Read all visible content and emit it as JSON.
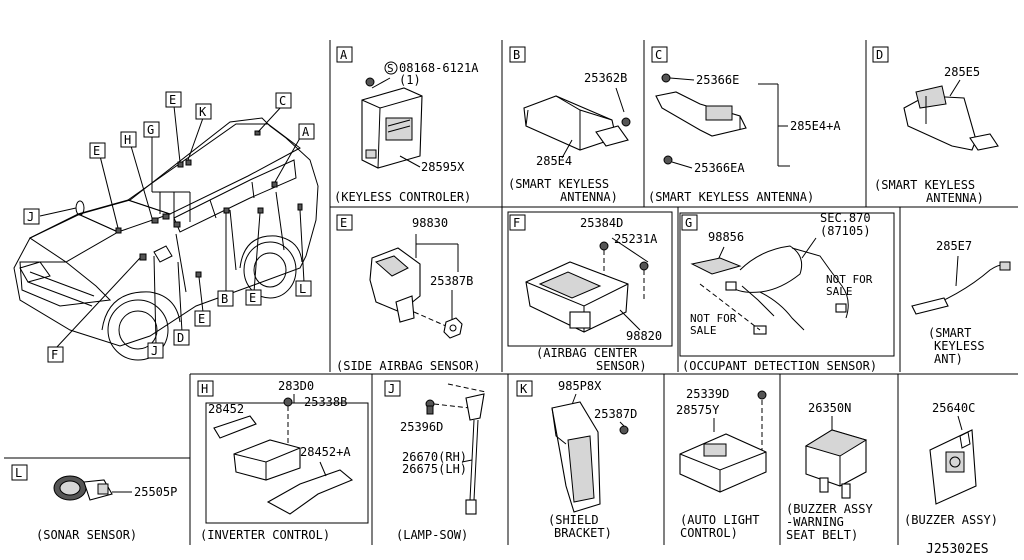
{
  "diagram_code": "J25302ES",
  "vehicle": {
    "callouts": [
      "E",
      "K",
      "C",
      "A",
      "H",
      "G",
      "J",
      "E",
      "E",
      "F",
      "J",
      "D",
      "B",
      "E",
      "L"
    ]
  },
  "sections": {
    "A": {
      "letter": "A",
      "prefix": "S",
      "part_screw": "08168-6121A",
      "qty": "(1)",
      "part": "28595X",
      "caption": "(KEYLESS CONTROLER)"
    },
    "B": {
      "letter": "B",
      "part_main": "285E4",
      "part_nut": "25362B",
      "caption1": "(SMART KEYLESS",
      "caption2": "ANTENNA)"
    },
    "C": {
      "letter": "C",
      "part_top": "25366E",
      "part_bottom": "25366EA",
      "part_assy": "285E4+A",
      "caption": "(SMART KEYLESS ANTENNA)"
    },
    "D": {
      "letter": "D",
      "part": "285E5",
      "caption1": "(SMART KEYLESS",
      "caption2": "ANTENNA)"
    },
    "E": {
      "letter": "E",
      "part_assy": "98830",
      "part_nut": "25387B",
      "caption": "(SIDE AIRBAG SENSOR)"
    },
    "F": {
      "letter": "F",
      "part_bolt1": "25384D",
      "part_bolt2": "25231A",
      "part_unit": "98820",
      "caption1": "(AIRBAG CENTER",
      "caption2": "SENSOR)"
    },
    "G": {
      "letter": "G",
      "part_sensor": "98856",
      "sec1": "SEC.870",
      "sec2": "(87105)",
      "nfs_a1": "NOT FOR",
      "nfs_a2": "SALE",
      "nfs_b1": "NOT FOR",
      "nfs_b2": "SALE",
      "caption": "(OCCUPANT DETECTION SENSOR)"
    },
    "ANT": {
      "part": "285E7",
      "caption1": "(SMART",
      "caption2": "KEYLESS",
      "caption3": "ANT)"
    },
    "H": {
      "letter": "H",
      "part_assy": "283D0",
      "part_bracket": "28452",
      "part_bolt": "25338B",
      "part_bracket2": "28452+A",
      "caption": "(INVERTER CONTROL)"
    },
    "J": {
      "letter": "J",
      "part_bolt": "25396D",
      "part_rh": "26670(RH)",
      "part_lh": "26675(LH)",
      "caption": "(LAMP-SOW)"
    },
    "K": {
      "letter": "K",
      "part_shield": "985P8X",
      "part_nut": "25387D",
      "caption1": "(SHIELD",
      "caption2": "BRACKET)"
    },
    "AUTO": {
      "part_screw": "25339D",
      "part": "28575Y",
      "caption1": "(AUTO LIGHT",
      "caption2": "CONTROL)"
    },
    "BUZ1": {
      "part": "26350N",
      "caption1": "(BUZZER ASSY",
      "caption2": "-WARNING",
      "caption3": "SEAT BELT)"
    },
    "BUZ2": {
      "part": "25640C",
      "caption": "(BUZZER ASSY)"
    },
    "L": {
      "letter": "L",
      "part": "25505P",
      "caption": "(SONAR SENSOR)"
    }
  }
}
